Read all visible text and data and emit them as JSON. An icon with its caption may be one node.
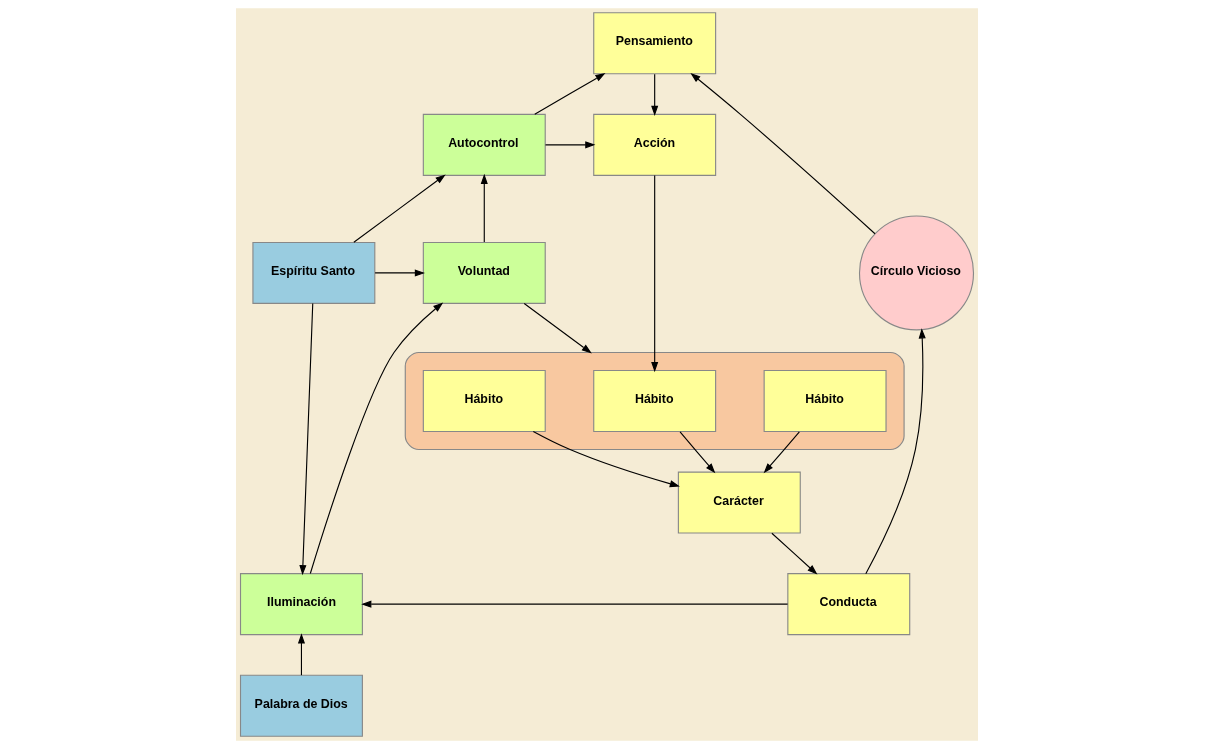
{
  "diagram": {
    "nodes": [
      {
        "text": [
          "Pensamiento"
        ]
      },
      {
        "text": [
          "Autocontrol"
        ]
      },
      {
        "text": [
          "Acción"
        ]
      },
      {
        "text": [
          "Espíritu Santo"
        ]
      },
      {
        "text": [
          "Voluntad"
        ]
      },
      {
        "text": [],
        "shape": "box"
      },
      {
        "text": [
          "Hábito"
        ],
        "in": 5
      },
      {
        "text": [
          "Hábito"
        ],
        "in": 5
      },
      {
        "text": [
          "Hábito"
        ],
        "in": 5
      },
      {
        "text": [
          "Círculo Vicioso"
        ]
      },
      {
        "text": [
          "Carácter"
        ]
      },
      {
        "text": [
          "Iluminación"
        ]
      },
      {
        "text": [
          "Conducta"
        ]
      },
      {
        "text": [
          "Palabra de Dios"
        ]
      }
    ],
    "edges": [
      {
        "from": 1,
        "to": 0,
        "arrow": "to"
      },
      {
        "from": 9,
        "to": 0,
        "arrow": "to"
      },
      {
        "from": 0,
        "to": 2,
        "arrow": "to"
      },
      {
        "from": 1,
        "to": 2,
        "arrow": "to"
      },
      {
        "from": 3,
        "to": 1,
        "arrow": "to"
      },
      {
        "from": 3,
        "to": 4,
        "arrow": "to"
      },
      {
        "from": 3,
        "to": 11,
        "arrow": "to"
      },
      {
        "from": 4,
        "to": 1,
        "arrow": "to"
      },
      {
        "from": 4,
        "to": 5,
        "arrow": "to"
      },
      {
        "from": 2,
        "to": 7,
        "arrow": "to"
      },
      {
        "from": 6,
        "to": 10,
        "arrow": "to"
      },
      {
        "from": 7,
        "to": 10,
        "arrow": "to"
      },
      {
        "from": 8,
        "to": 10,
        "arrow": "to"
      },
      {
        "from": 10,
        "to": 12,
        "arrow": "to"
      },
      {
        "from": 12,
        "to": 11,
        "arrow": "to"
      },
      {
        "from": 12,
        "to": 9,
        "arrow": "to"
      },
      {
        "from": 11,
        "to": 4,
        "arrow": "to"
      },
      {
        "from": 13,
        "to": 11,
        "arrow": "to"
      }
    ]
  }
}
